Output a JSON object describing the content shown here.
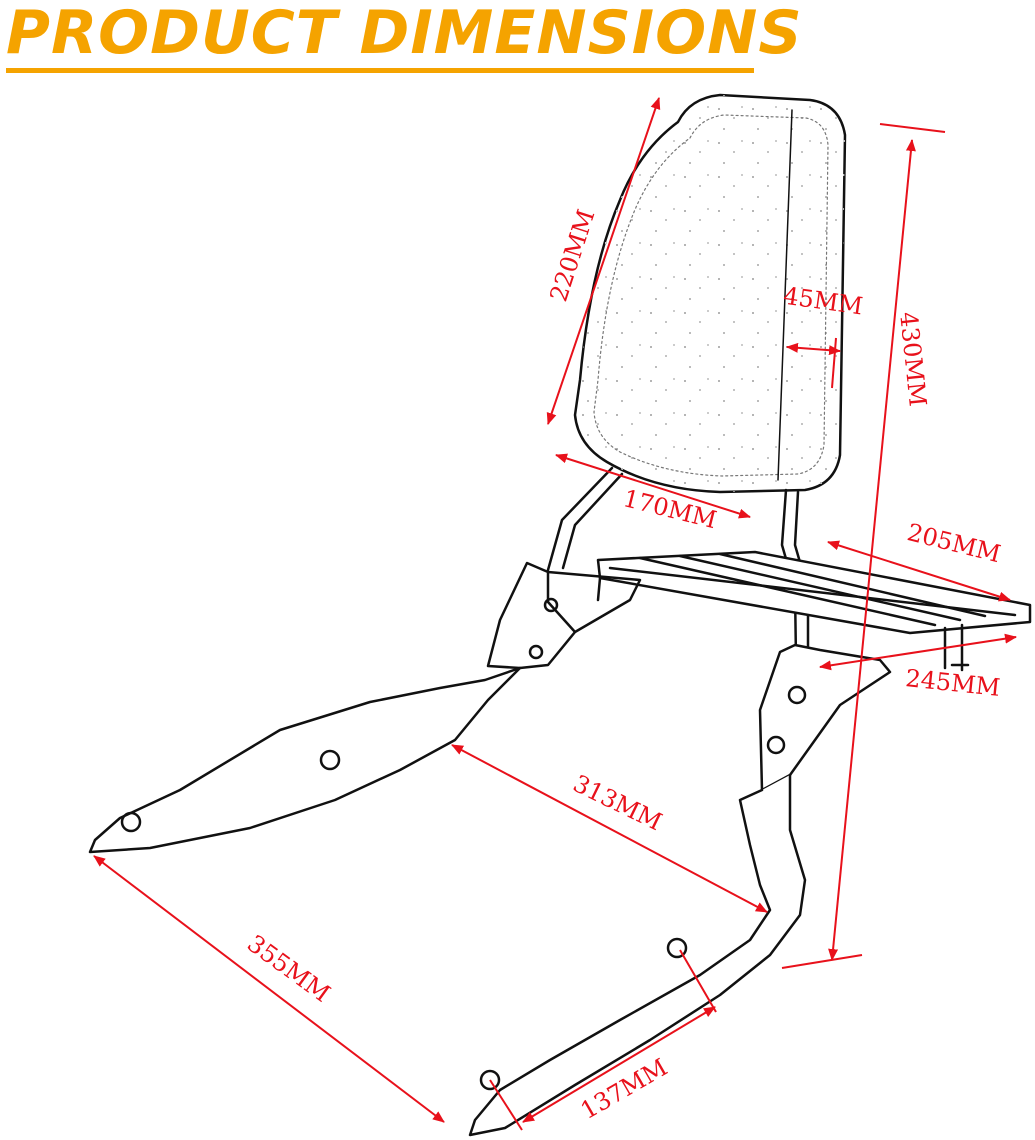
{
  "title": "PRODUCT DIMENSIONS",
  "colors": {
    "title": "#f5a300",
    "dimension": "#e8111b",
    "outline": "#111111"
  },
  "dimensions": {
    "backrest_height": "220MM",
    "pad_thickness": "45MM",
    "total_height": "430MM",
    "pad_width": "170MM",
    "rack_width": "205MM",
    "rack_length": "245MM",
    "mount_spacing": "313MM",
    "side_length": "355MM",
    "hole_spacing": "137MM"
  }
}
